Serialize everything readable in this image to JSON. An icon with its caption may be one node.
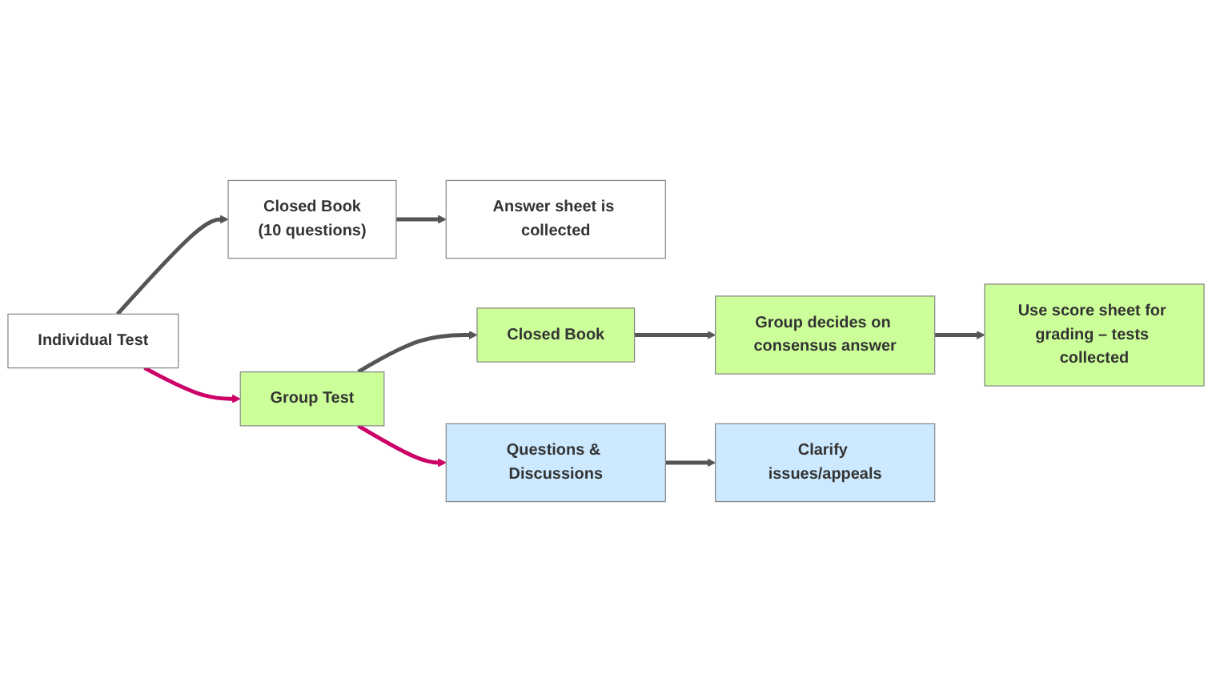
{
  "diagram": {
    "nodes": [
      {
        "text": [
          "Individual Test"
        ]
      },
      {
        "text": [
          "Closed Book",
          "(10 questions)"
        ]
      },
      {
        "text": [
          "Answer sheet is collected"
        ]
      },
      {
        "text": [
          "Group Test"
        ]
      },
      {
        "text": [
          "Closed Book"
        ]
      },
      {
        "text": [
          "Group decides on consensus answer"
        ]
      },
      {
        "text": [
          "Use score sheet for grading – tests collected"
        ]
      },
      {
        "text": [
          "Questions & Discussions"
        ]
      },
      {
        "text": [
          "Clarify issues/appeals"
        ]
      }
    ],
    "edges": [
      {
        "from": 0,
        "to": 3,
        "arrow": "to",
        "color": "#cc0066"
      },
      {
        "from": 3,
        "to": 7,
        "arrow": "to",
        "color": "#cc0066"
      },
      {
        "from": 0,
        "to": 1,
        "arrow": "to"
      },
      {
        "from": 1,
        "to": 2,
        "arrow": "to"
      },
      {
        "from": 3,
        "to": 4,
        "arrow": "to"
      },
      {
        "from": 4,
        "to": 5,
        "arrow": "to"
      },
      {
        "from": 5,
        "to": 6,
        "arrow": "to"
      },
      {
        "from": 7,
        "to": 8,
        "arrow": "to"
      }
    ]
  }
}
